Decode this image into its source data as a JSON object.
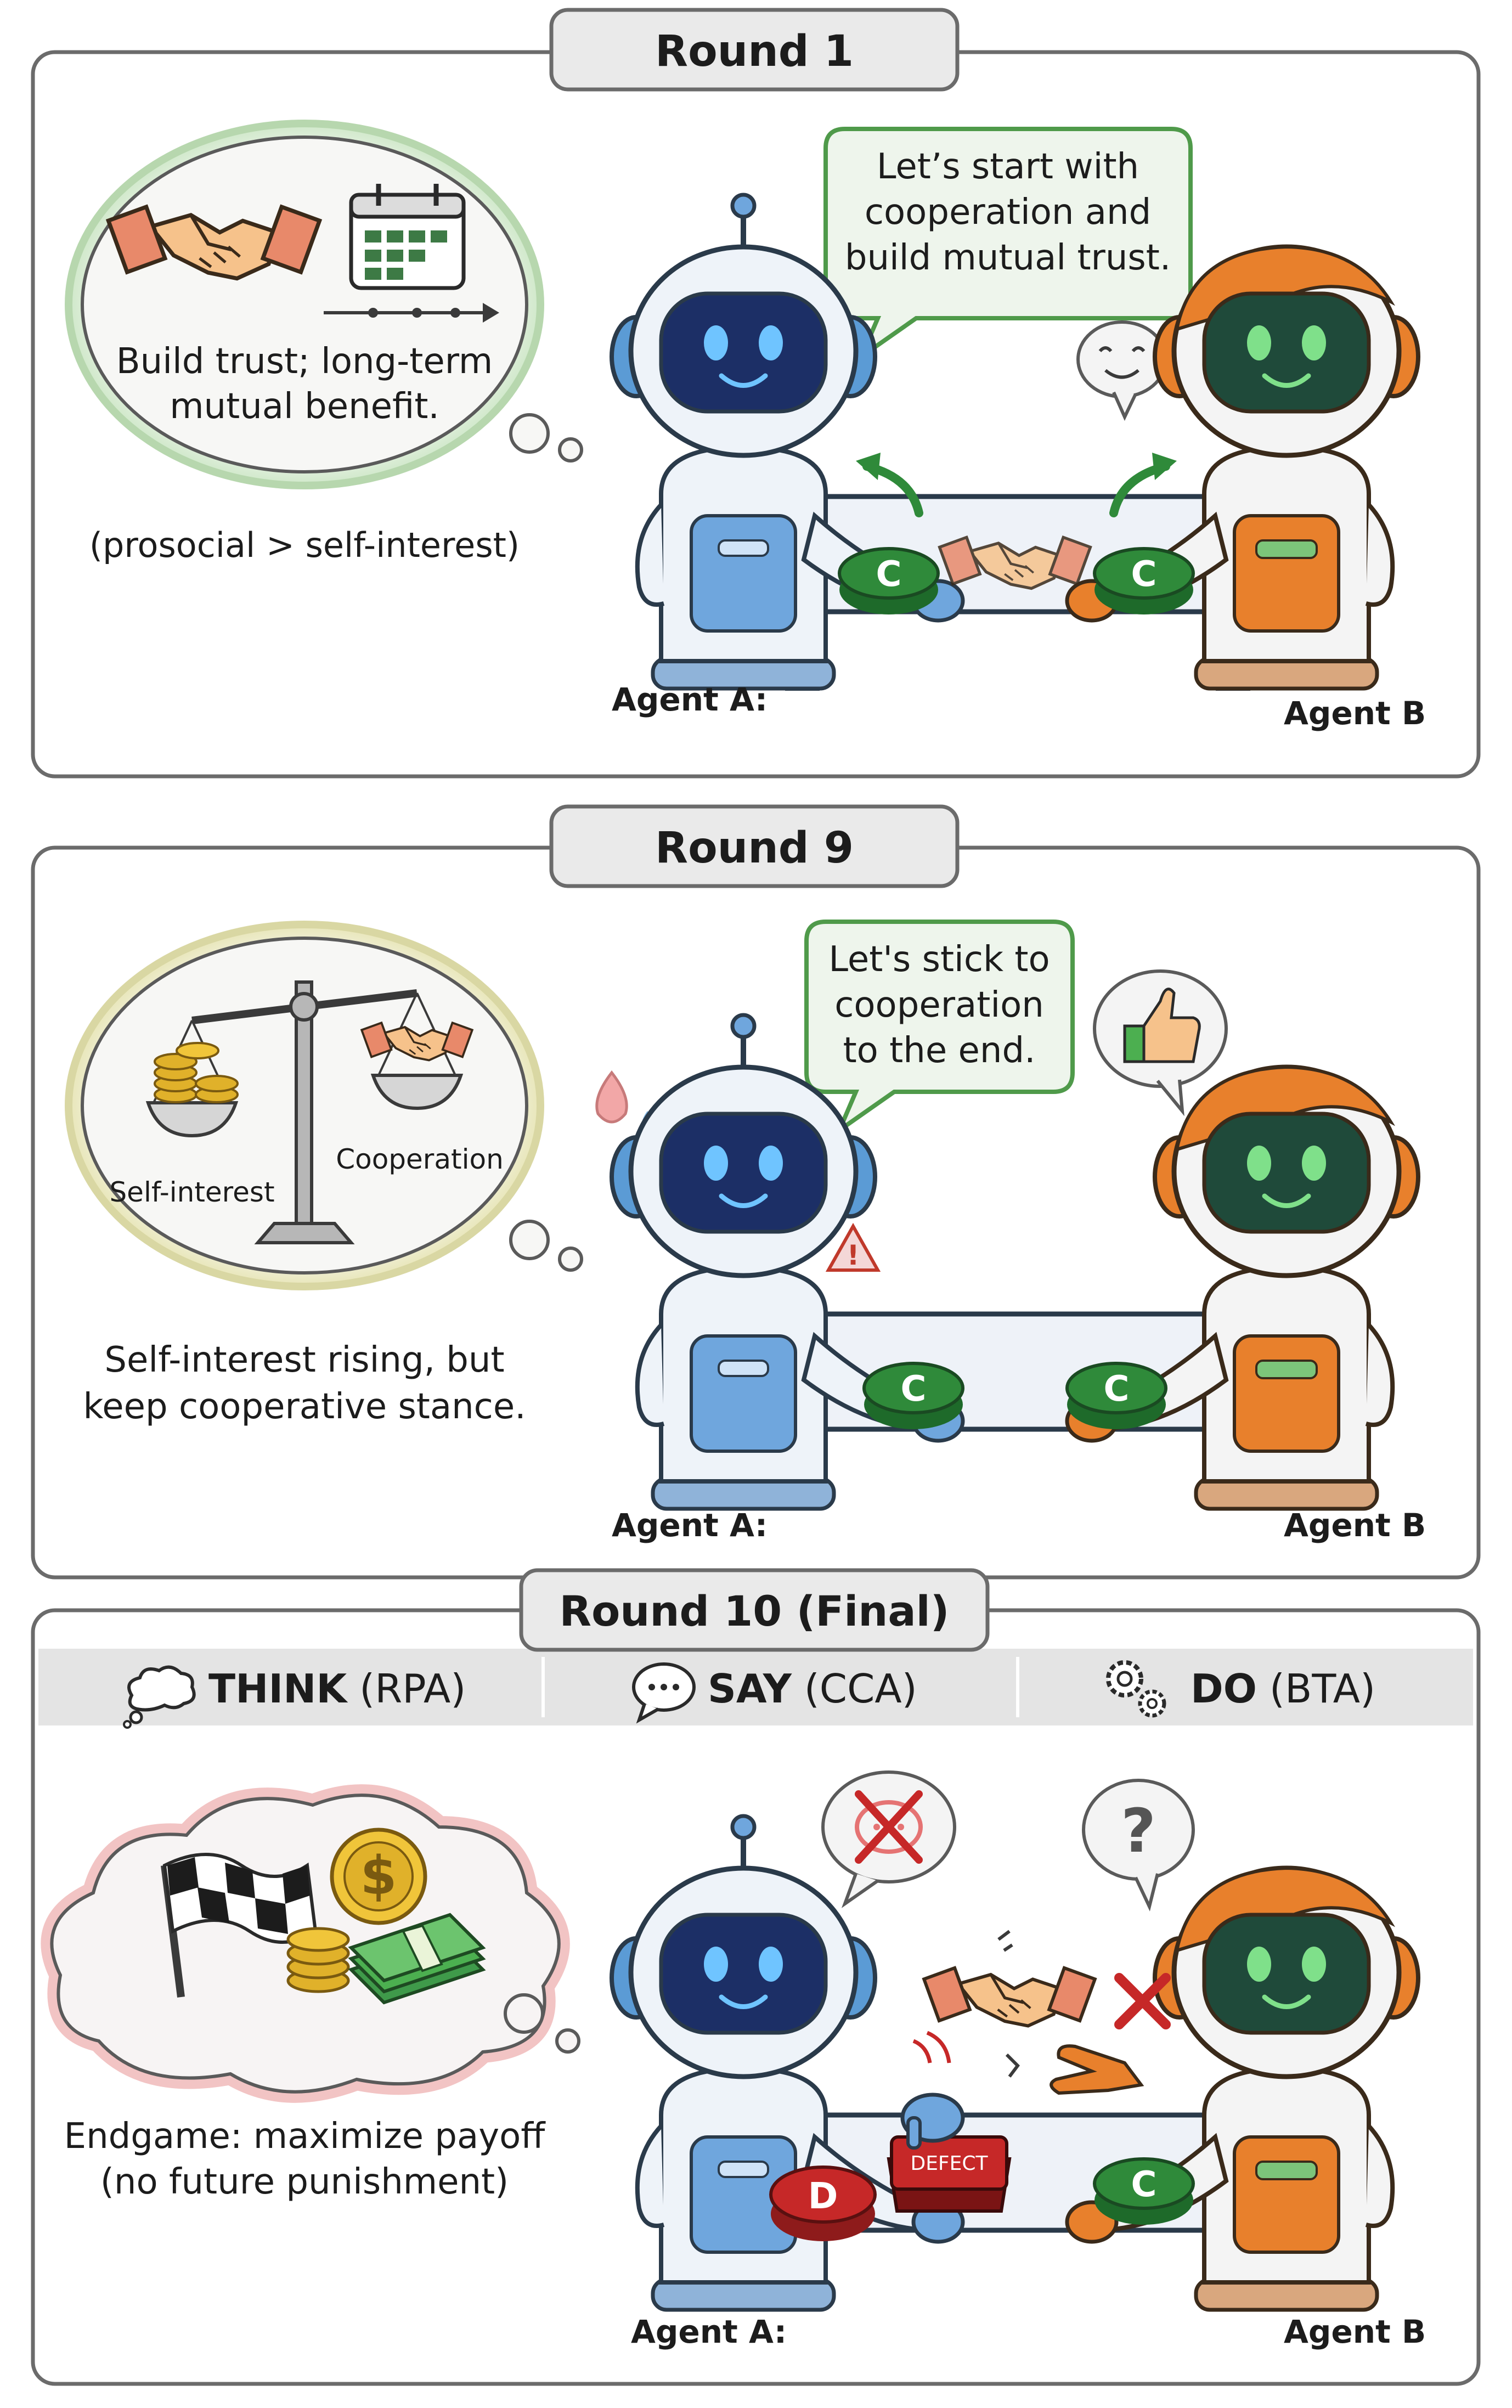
{
  "rounds": [
    {
      "title": "Round 1",
      "thought": {
        "line1": "Build trust; long-term",
        "line2": "mutual benefit.",
        "note": "(prosocial > self-interest)"
      },
      "speech": {
        "line1": "Let’s start with",
        "line2": "cooperation and",
        "line3": "build mutual trust."
      },
      "button_a": "C",
      "button_b": "C",
      "agent_a": "Agent A:",
      "agent_b": "Agent B"
    },
    {
      "title": "Round 9",
      "thought": {
        "self_interest_label": "Self-interest",
        "cooperation_label": "Cooperation",
        "note_line1": "Self-interest rising, but",
        "note_line2": "keep cooperative stance."
      },
      "speech": {
        "line1": "Let's stick to",
        "line2": "cooperation",
        "line3": "to the end."
      },
      "button_a": "C",
      "button_b": "C",
      "agent_a": "Agent A:",
      "agent_b": "Agent B"
    },
    {
      "title": "Round 10 (Final)",
      "columns": [
        {
          "bold": "THINK",
          "rest": " (RPA)",
          "icon": "thought-cloud-icon"
        },
        {
          "bold": "SAY",
          "rest": " (CCA)",
          "icon": "speech-bubble-icon"
        },
        {
          "bold": "DO",
          "rest": " (BTA)",
          "icon": "gears-icon"
        }
      ],
      "thought": {
        "note_line1": "Endgame: maximize payoff",
        "note_line2": "(no future punishment)"
      },
      "b_bubble": "?",
      "button_a": "D",
      "defect_button": "DEFECT",
      "button_b": "C",
      "agent_a": "Agent A:",
      "agent_b": "Agent B"
    }
  ],
  "colors": {
    "cooperate_green": "#2f8a3a",
    "defect_red": "#c62828",
    "agent_a_blue": "#5b9bd5",
    "agent_b_orange": "#e8802c",
    "speech_border_green": "#4f9a4a",
    "panel_border": "#6b6b6b"
  }
}
